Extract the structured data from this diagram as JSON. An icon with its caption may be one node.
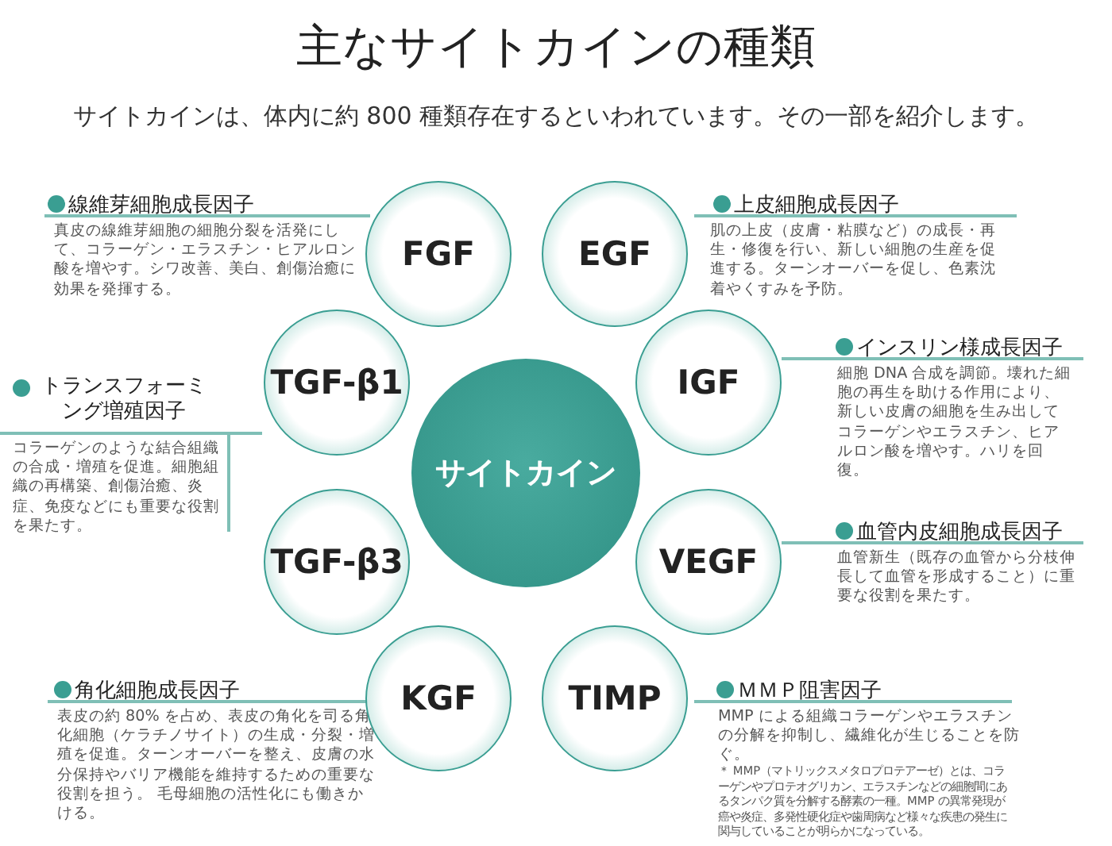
{
  "diagram": {
    "title": "主なサイトカインの種類",
    "caption": "サイトカインは、体内に約 800 種類存在するといわれています。その一部を紹介します。",
    "nodes": [
      {
        "text": [
          "サイトカイン"
        ]
      },
      {
        "text": [
          "FGF"
        ]
      },
      {
        "text": [
          "EGF"
        ]
      },
      {
        "text": [
          "TGF-β1"
        ]
      },
      {
        "text": [
          "IGF"
        ]
      },
      {
        "text": [
          "TGF-β3"
        ]
      },
      {
        "text": [
          "VEGF"
        ]
      },
      {
        "text": [
          "KGF"
        ]
      },
      {
        "text": [
          "TIMP"
        ]
      },
      {
        "text": [
          "線維芽細胞成長因子",
          "真皮の線維芽細胞の細胞分裂を活発にして、コラーゲン・エラスチン・ヒアルロン酸を増やす。シワ改善、美白、創傷治癒に効果を発揮する。"
        ]
      },
      {
        "text": [
          "上皮細胞成長因子",
          "肌の上皮（皮膚・粘膜など）の成長・再生・修復を行い、新しい細胞の生産を促進する。ターンオーバーを促し、色素沈着やくすみを予防。"
        ]
      },
      {
        "text": [
          "トランスフォーミング増殖因子",
          "コラーゲンのような結合組織の合成・増殖を促進。細胞組織の再構築、創傷治癒、炎症、免疫などにも重要な役割を果たす。"
        ]
      },
      {
        "text": [
          "インスリン様成長因子",
          "細胞 DNA 合成を調節。壊れた細胞の再生を助ける作用により、新しい皮膚の細胞を生み出してコラーゲンやエラスチン、ヒアルロン酸を増やす。ハリを回復。"
        ]
      },
      {
        "text": [
          "血管内皮細胞成長因子",
          "血管新生（既存の血管から分枝伸長して血管を形成すること）に重要な役割を果たす。"
        ]
      },
      {
        "text": [
          "角化細胞成長因子",
          "表皮の約 80% を占め、表皮の角化を司る角化細胞（ケラチノサイト）の生成・分裂・増殖を促進。ターンオーバーを整え、皮膚の水分保持やバリア機能を維持するための重要な役割を担う。 毛母細胞の活性化にも働きかける。"
        ]
      },
      {
        "text": [
          "ＭＭＰ阻害因子",
          "MMP による組織コラーゲンやエラスチンの分解を抑制し、繊維化が生じることを防ぐ。",
          "＊ MMP（マトリックスメタロプロテアーゼ）とは、コラーゲンやプロテオグリカン、エラスチンなどの細胞間にあるタンパク質を分解する酵素の一種。MMP の異常発現が癌や炎症、多発性硬化症や歯周病など様々な疾患の発生に関与していることが明らかになっている。"
        ]
      }
    ]
  }
}
